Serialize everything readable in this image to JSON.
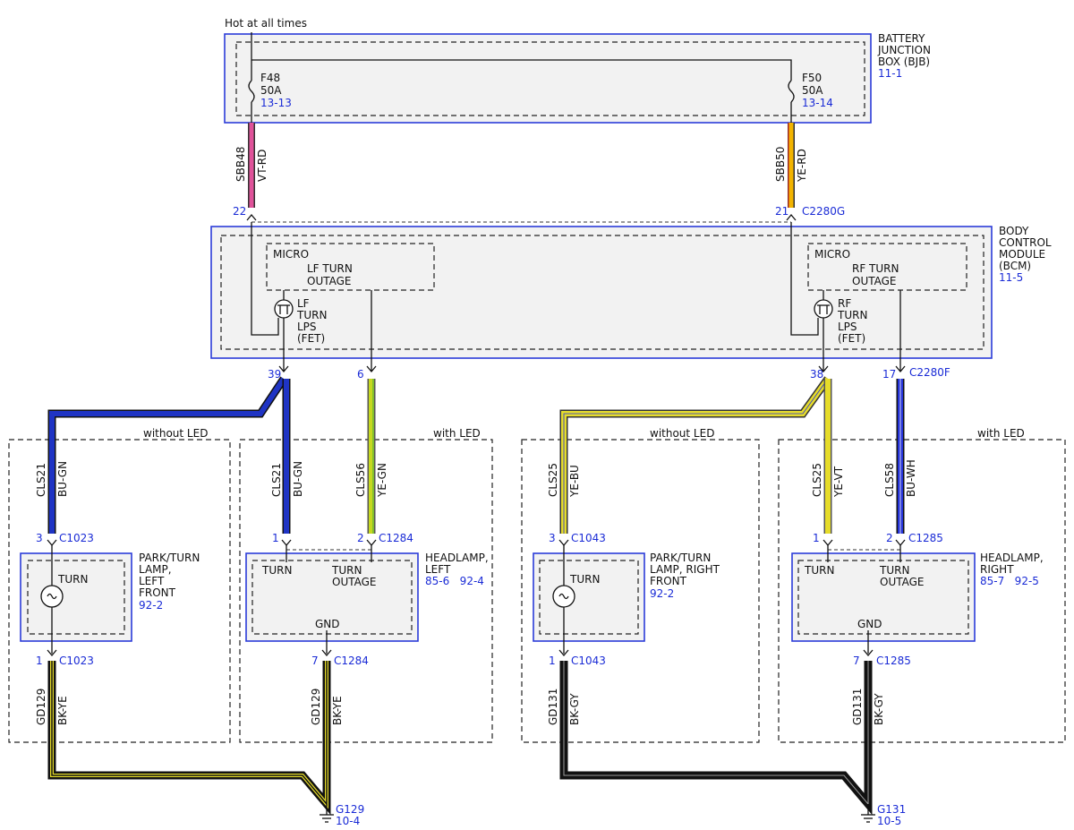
{
  "supply": {
    "label": "Hot at all times"
  },
  "bjb": {
    "name_lines": [
      "BATTERY",
      "JUNCTION",
      "BOX (BJB)"
    ],
    "ref": "11-1"
  },
  "fuses": [
    {
      "name": "F48",
      "rating": "50A",
      "ref": "13-13"
    },
    {
      "name": "F50",
      "rating": "50A",
      "ref": "13-14"
    }
  ],
  "bjb_wires": [
    {
      "circuit": "SBB48",
      "color": "VT-RD",
      "pin": "22",
      "connector": ""
    },
    {
      "circuit": "SBB50",
      "color": "YE-RD",
      "pin": "21",
      "connector": "C2280G"
    }
  ],
  "bcm": {
    "name_lines": [
      "BODY",
      "CONTROL",
      "MODULE",
      "(BCM)"
    ],
    "ref": "11-5",
    "left_micro": {
      "title": "MICRO",
      "lines": [
        "LF TURN",
        "OUTAGE"
      ]
    },
    "right_micro": {
      "title": "MICRO",
      "lines": [
        "RF TURN",
        "OUTAGE"
      ]
    },
    "left_fet": [
      "LF",
      "TURN",
      "LPS",
      "(FET)"
    ],
    "right_fet": [
      "RF",
      "TURN",
      "LPS",
      "(FET)"
    ]
  },
  "bcm_pins": [
    {
      "pin": "39",
      "connector": ""
    },
    {
      "pin": "6",
      "connector": ""
    },
    {
      "pin": "38",
      "connector": ""
    },
    {
      "pin": "17",
      "connector": "C2280F"
    }
  ],
  "options": {
    "without_led": "without LED",
    "with_led": "with LED"
  },
  "wires": [
    {
      "circuit": "CLS21",
      "color": "BU-GN"
    },
    {
      "circuit": "CLS21",
      "color": "BU-GN"
    },
    {
      "circuit": "CLS56",
      "color": "YE-GN"
    },
    {
      "circuit": "CLS25",
      "color": "YE-BU"
    },
    {
      "circuit": "CLS25",
      "color": "YE-VT"
    },
    {
      "circuit": "CLS58",
      "color": "BU-WH"
    },
    {
      "circuit": "GD129",
      "color": "BK-YE"
    },
    {
      "circuit": "GD129",
      "color": "BK-YE"
    },
    {
      "circuit": "GD131",
      "color": "BK-GY"
    },
    {
      "circuit": "GD131",
      "color": "BK-GY"
    }
  ],
  "connectors": [
    {
      "pin": "3",
      "name": "C1023"
    },
    {
      "pin": "1",
      "name": ""
    },
    {
      "pin": "2",
      "name": "C1284"
    },
    {
      "pin": "3",
      "name": "C1043"
    },
    {
      "pin": "1",
      "name": ""
    },
    {
      "pin": "2",
      "name": "C1285"
    },
    {
      "pin": "1",
      "name": "C1023"
    },
    {
      "pin": "7",
      "name": "C1284"
    },
    {
      "pin": "1",
      "name": "C1043"
    },
    {
      "pin": "7",
      "name": "C1285"
    }
  ],
  "components": {
    "park_left": {
      "inner": "TURN",
      "lines": [
        "PARK/TURN",
        "LAMP,",
        "LEFT",
        "FRONT"
      ],
      "ref": "92-2"
    },
    "head_left": {
      "turn": "TURN",
      "turn_outage": [
        "TURN",
        "OUTAGE"
      ],
      "gnd": "GND",
      "lines": [
        "HEADLAMP,",
        "LEFT"
      ],
      "ref": "85-6   92-4"
    },
    "park_right": {
      "inner": "TURN",
      "lines": [
        "PARK/TURN",
        "LAMP, RIGHT",
        "FRONT"
      ],
      "ref": "92-2"
    },
    "head_right": {
      "turn": "TURN",
      "turn_outage": [
        "TURN",
        "OUTAGE"
      ],
      "gnd": "GND",
      "lines": [
        "HEADLAMP,",
        "RIGHT"
      ],
      "ref": "85-7   92-5"
    }
  },
  "grounds": [
    {
      "name": "G129",
      "ref": "10-4"
    },
    {
      "name": "G131",
      "ref": "10-5"
    }
  ],
  "colors": {
    "vt_rd": "#e0529a",
    "ye_rd": "#f2b400",
    "bu_gn": "#1f34c4",
    "ye_gn": "#c6d820",
    "ye": "#e6dc2a",
    "bu_wh": "#2533d6",
    "bk": "#111111",
    "link_blue": "#1a2bd6"
  }
}
